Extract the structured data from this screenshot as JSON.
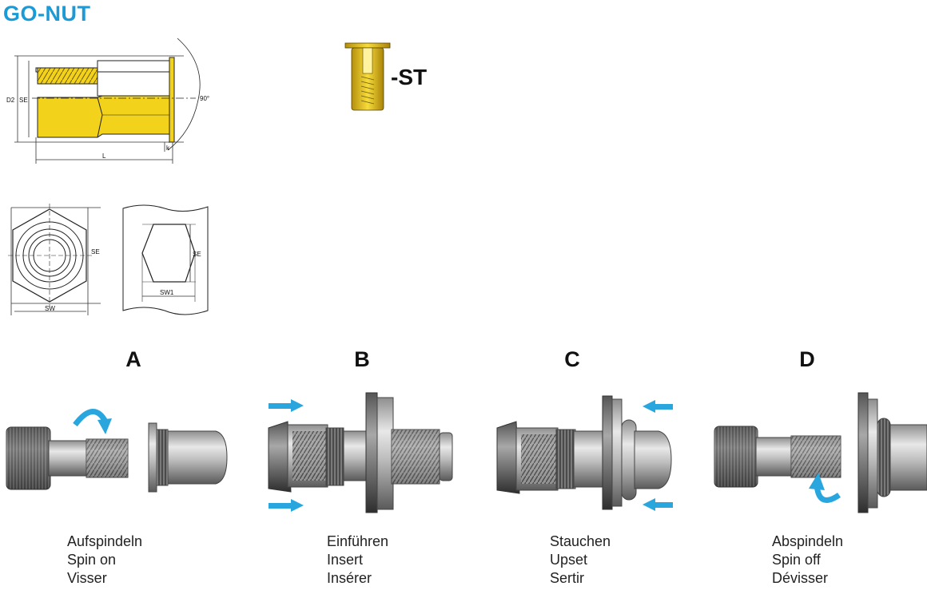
{
  "title": "GO-NUT",
  "variant_suffix": "-ST",
  "dimension_labels": {
    "d2": "D2",
    "se": "SE",
    "l": "L",
    "k": "k",
    "angle": "90°",
    "sw": "SW",
    "sw1": "SW1"
  },
  "colors": {
    "title": "#1a9ad6",
    "brass": "#f2d21a",
    "arrow": "#29a6de"
  },
  "steps": [
    {
      "letter": "A",
      "lines": [
        "Aufspindeln",
        "Spin on",
        "Visser"
      ]
    },
    {
      "letter": "B",
      "lines": [
        "Einführen",
        "Insert",
        "Insérer"
      ]
    },
    {
      "letter": "C",
      "lines": [
        "Stauchen",
        "Upset",
        "Sertir"
      ]
    },
    {
      "letter": "D",
      "lines": [
        "Abspindeln",
        "Spin off",
        "Dévisser"
      ]
    }
  ]
}
